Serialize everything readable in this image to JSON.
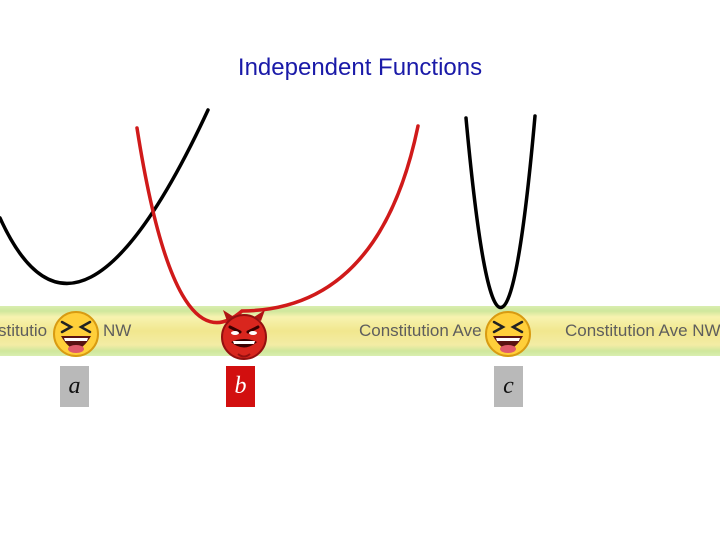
{
  "title": "Independent Functions",
  "road": {
    "labels": [
      "stitutio",
      "NW",
      "Constitution Ave",
      "Constitution Ave NW"
    ]
  },
  "variables": [
    {
      "letter": "a",
      "face": "laughing-face",
      "curve_color": "#000000"
    },
    {
      "letter": "b",
      "face": "devil-face",
      "curve_color": "#d01a1a"
    },
    {
      "letter": "c",
      "face": "laughing-face",
      "curve_color": "#000000"
    }
  ],
  "colors": {
    "title": "#1a1aa8",
    "road": "#f1e78e",
    "red_box": "#d20f0f",
    "gray_box": "#b9b9b9"
  }
}
